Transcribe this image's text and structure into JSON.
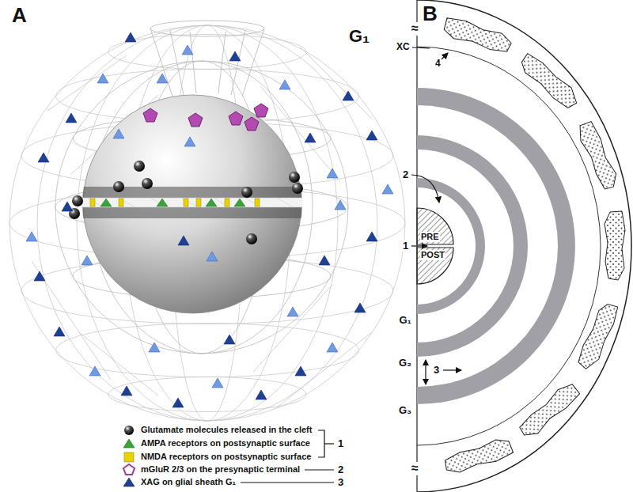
{
  "diagram": {
    "nodes": [
      {
        "text": [
          "PRE"
        ]
      },
      {
        "text": [
          "POST"
        ]
      }
    ],
    "labels": [
      "A",
      "G₁",
      "1",
      "2",
      "3",
      "B",
      "XC",
      "4",
      "2",
      "1",
      "G₁",
      "3",
      "G₂",
      "G₃",
      "≈",
      "≈"
    ],
    "legend": [
      {
        "text": "Glutamate molecules released in the cleft"
      },
      {
        "text": "AMPA receptors on postsynaptic surface"
      },
      {
        "text": "NMDA receptors on postsynaptic surface"
      },
      {
        "text": "mGluR 2/3 on the presynaptic terminal"
      },
      {
        "text": "XAG on glial sheath G₁"
      }
    ]
  }
}
